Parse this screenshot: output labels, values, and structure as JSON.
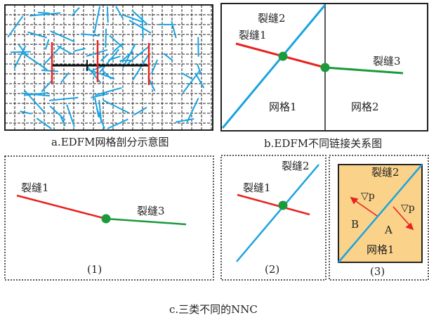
{
  "captions": {
    "a": "a.EDFM网格剖分示意图",
    "b": "b.EDFM不同链接关系图",
    "c": "c.三类不同的NNC"
  },
  "panel_b": {
    "frac2": "裂缝2",
    "frac1": "裂缝1",
    "frac3": "裂缝3",
    "grid1": "网格1",
    "grid2": "网格2"
  },
  "panel_c1": {
    "frac1": "裂缝1",
    "frac3": "裂缝3",
    "label": "(1)"
  },
  "panel_c2": {
    "frac2": "裂缝2",
    "frac1": "裂缝1",
    "label": "(2)"
  },
  "panel_c3": {
    "frac2": "裂缝2",
    "grad_left": "▽p",
    "grad_right": "▽p",
    "b": "B",
    "a": "A",
    "grid1": "网格1",
    "label": "(3)"
  },
  "colors": {
    "fracture_blue": "#1aa3e0",
    "fracture_red": "#e8231f",
    "fracture_green": "#1a9a3a",
    "node_green": "#1a9a3a",
    "matrix_fill": "#fad28a"
  }
}
